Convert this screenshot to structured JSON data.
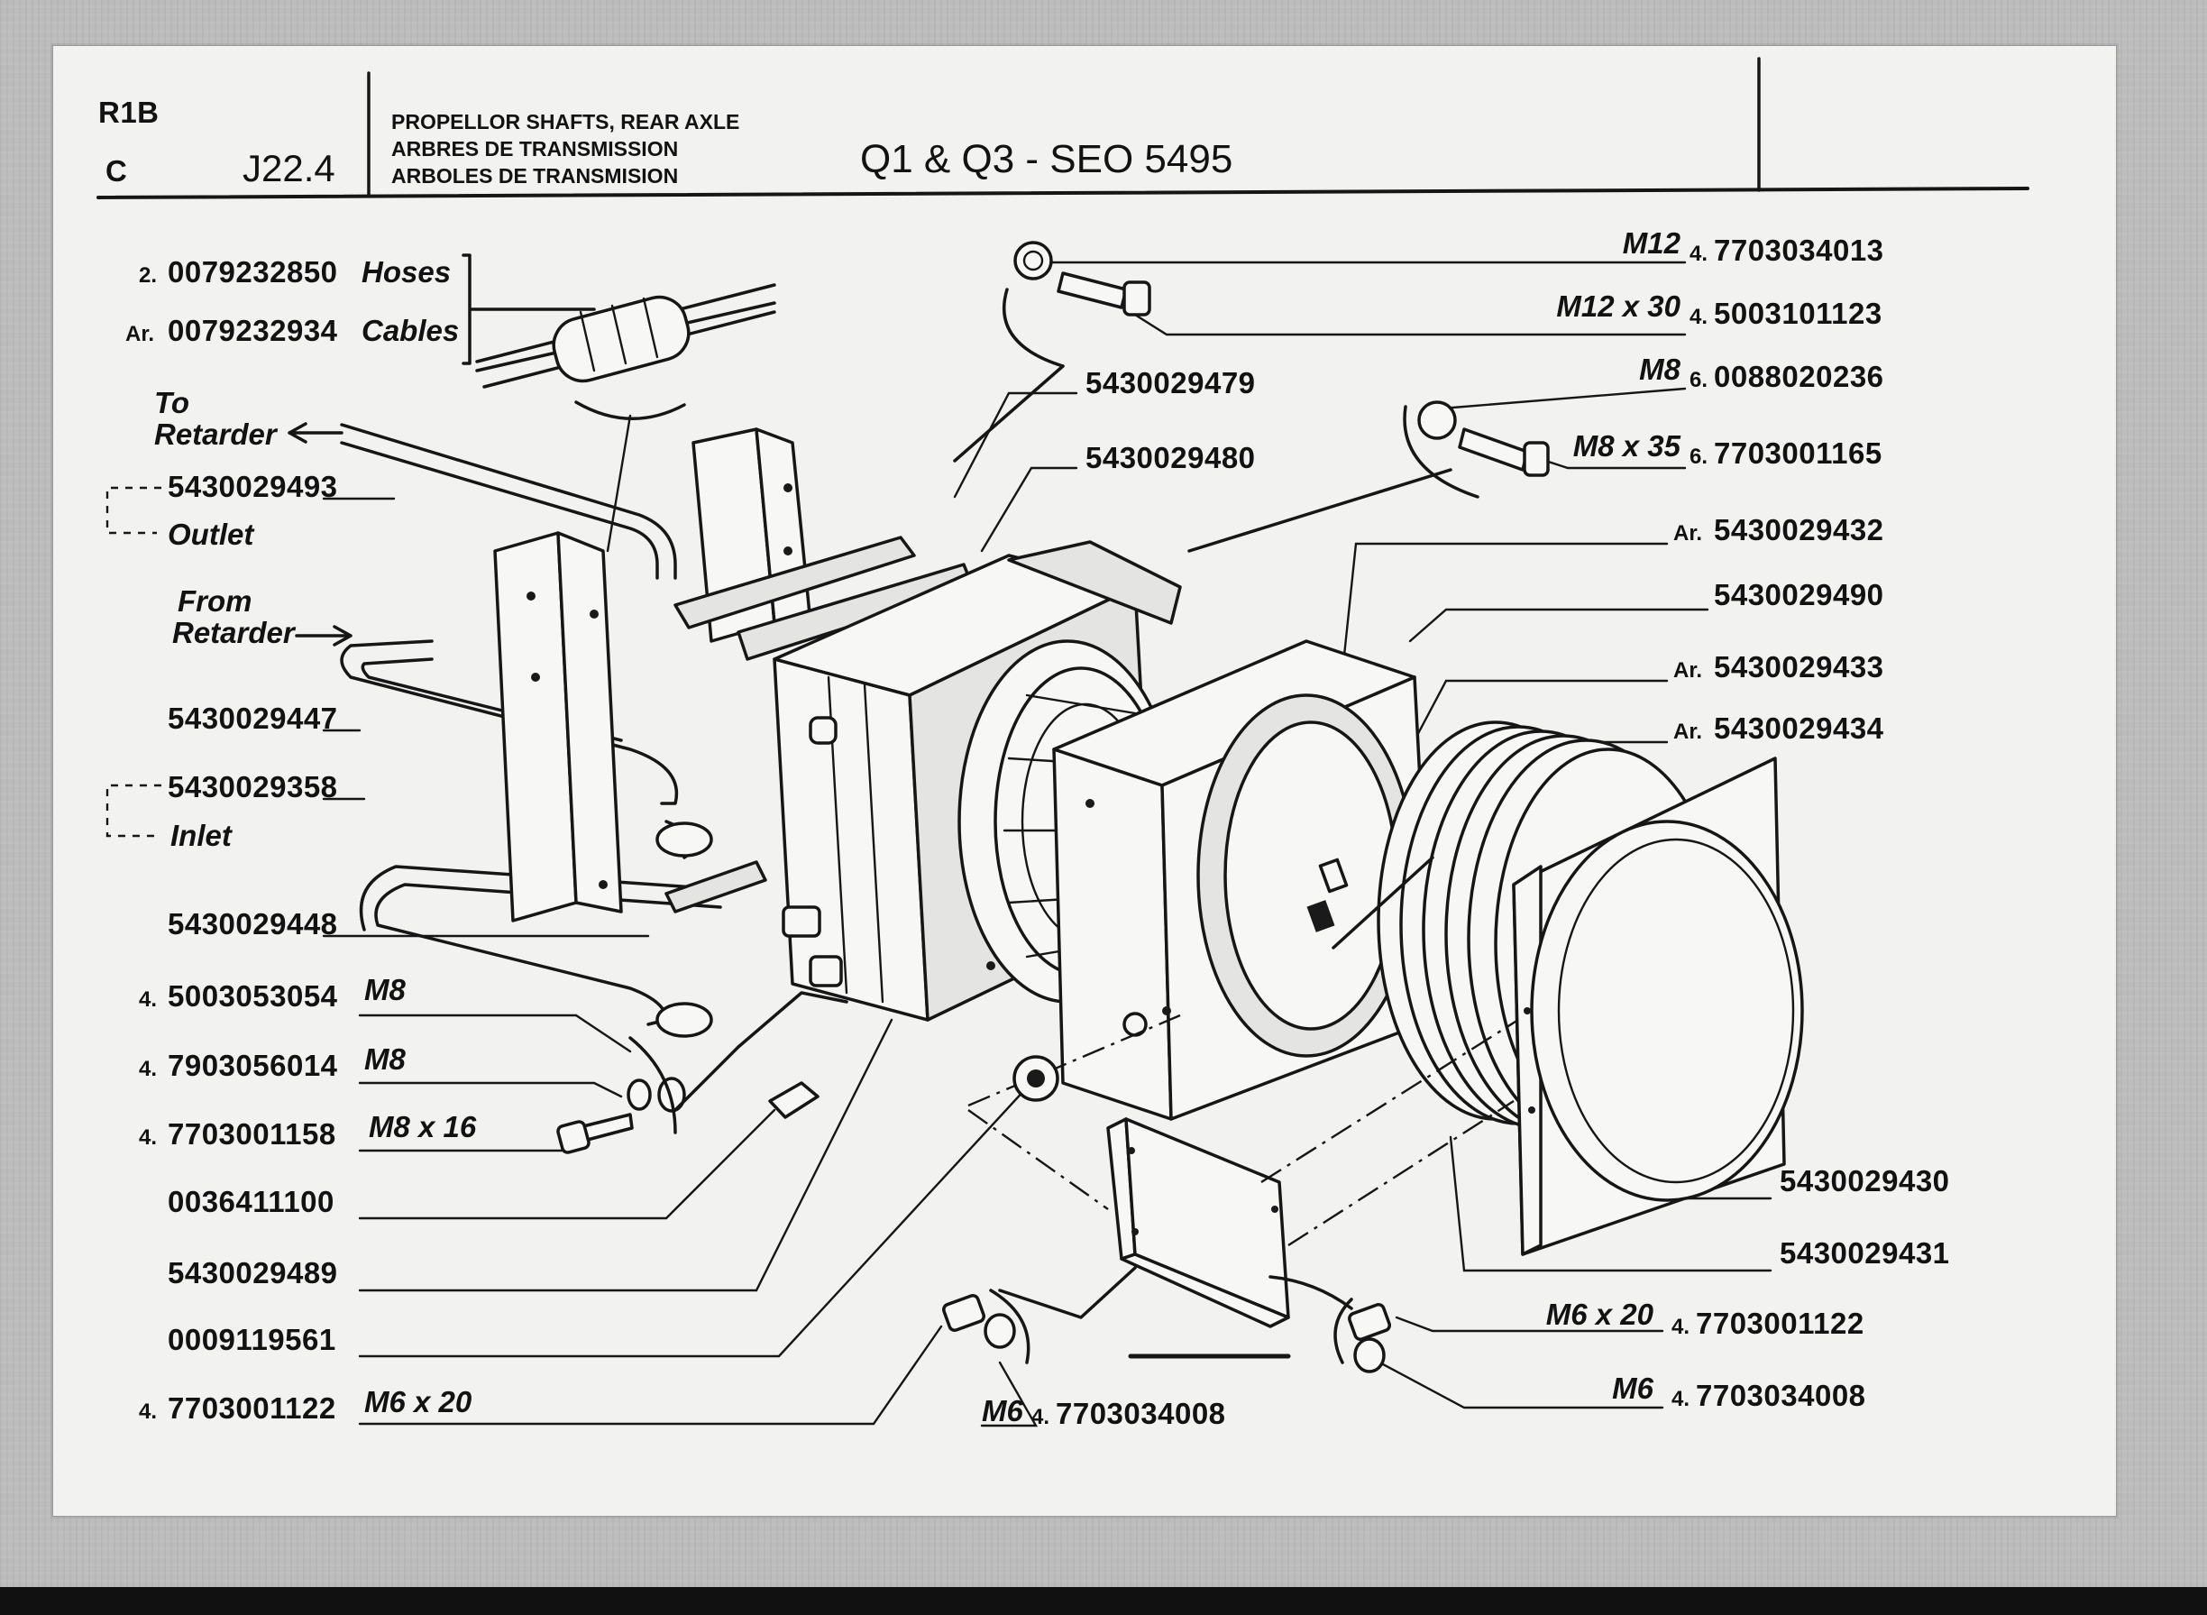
{
  "header": {
    "code_top": "R1B",
    "code_bottom": "C",
    "page_ref": "J22.4",
    "section_lines": [
      "PROPELLOR SHAFTS, REAR AXLE",
      "ARBRES DE TRANSMISSION",
      "ARBOLES DE TRANSMISION"
    ],
    "model_title": "Q1 & Q3 - SEO 5495"
  },
  "labels": {
    "to_retarder": "To",
    "to_retarder_2": "Retarder",
    "outlet": "Outlet",
    "from_retarder": "From",
    "from_retarder_2": "Retarder",
    "inlet": "Inlet"
  },
  "left_callouts": [
    {
      "qty": "2.",
      "part": "0079232850",
      "desc": "Hoses"
    },
    {
      "qty": "Ar.",
      "part": "0079232934",
      "desc": "Cables"
    },
    {
      "qty": "",
      "part": "5430029493",
      "desc": ""
    },
    {
      "qty": "",
      "part": "5430029447",
      "desc": ""
    },
    {
      "qty": "",
      "part": "5430029358",
      "desc": ""
    },
    {
      "qty": "",
      "part": "5430029448",
      "desc": ""
    },
    {
      "qty": "4.",
      "part": "5003053054",
      "desc": "M8"
    },
    {
      "qty": "4.",
      "part": "7903056014",
      "desc": "M8"
    },
    {
      "qty": "4.",
      "part": "7703001158",
      "desc": "M8 x 16"
    },
    {
      "qty": "",
      "part": "0036411100",
      "desc": ""
    },
    {
      "qty": "",
      "part": "5430029489",
      "desc": ""
    },
    {
      "qty": "",
      "part": "0009119561",
      "desc": ""
    },
    {
      "qty": "4.",
      "part": "7703001122",
      "desc": "M6 x 20"
    }
  ],
  "right_callouts": [
    {
      "desc": "M12",
      "qty": "4.",
      "part": "7703034013"
    },
    {
      "desc": "M12 x 30",
      "qty": "4.",
      "part": "5003101123"
    },
    {
      "desc": "M8",
      "qty": "6.",
      "part": "0088020236"
    },
    {
      "desc": "M8 x 35",
      "qty": "6.",
      "part": "7703001165"
    },
    {
      "desc": "",
      "qty": "Ar.",
      "part": "5430029432"
    },
    {
      "desc": "",
      "qty": "",
      "part": "5430029490"
    },
    {
      "desc": "",
      "qty": "Ar.",
      "part": "5430029433"
    },
    {
      "desc": "",
      "qty": "Ar.",
      "part": "5430029434"
    },
    {
      "desc": "",
      "qty": "",
      "part": "5430029430"
    },
    {
      "desc": "",
      "qty": "",
      "part": "5430029431"
    },
    {
      "desc": "M6 x 20",
      "qty": "4.",
      "part": "7703001122"
    },
    {
      "desc": "M6",
      "qty": "4.",
      "part": "7703034008"
    }
  ],
  "center_callouts": [
    {
      "part": "5430029479"
    },
    {
      "part": "5430029480"
    },
    {
      "desc": "M6",
      "qty": "4.",
      "part": "7703034008"
    }
  ]
}
